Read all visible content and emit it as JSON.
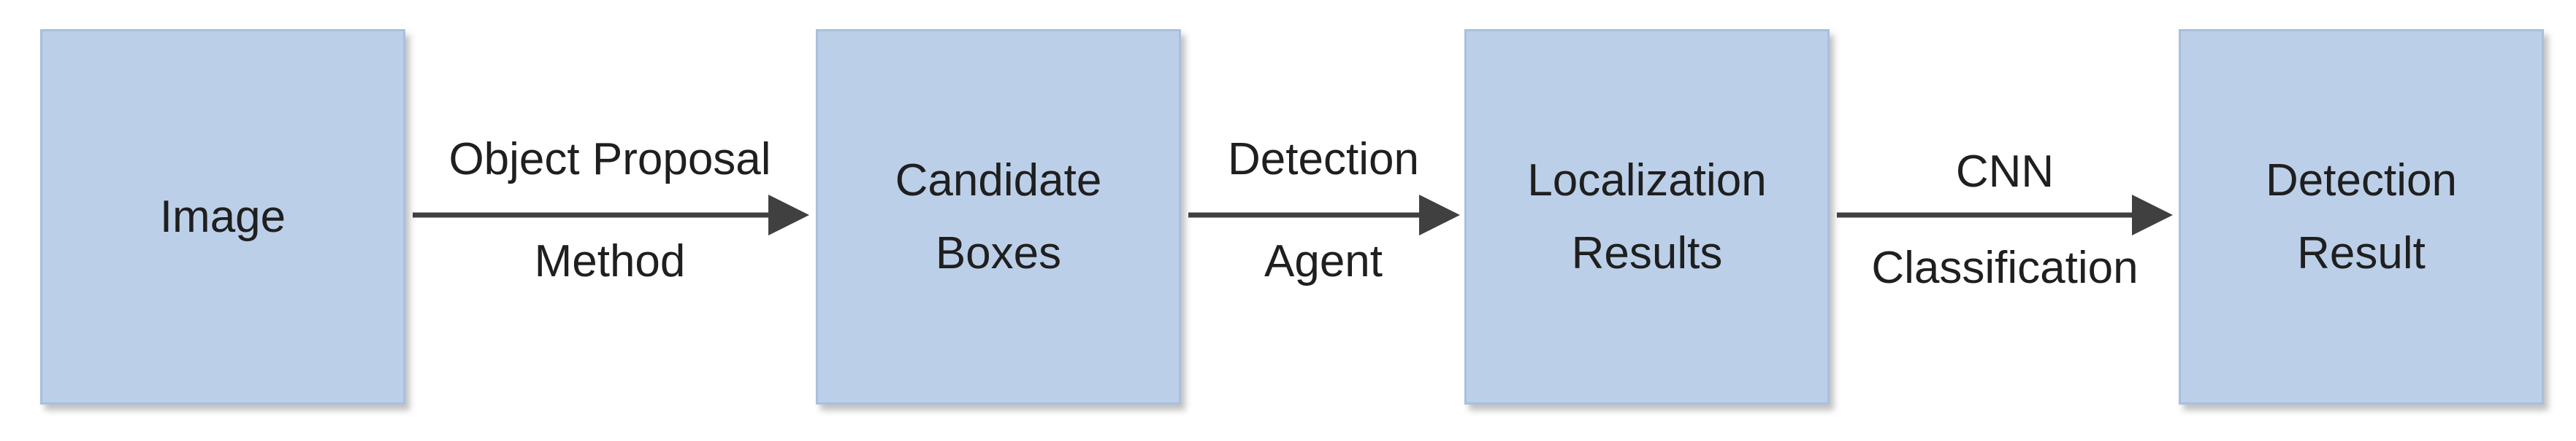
{
  "nodes": [
    {
      "id": "image",
      "label": "Image"
    },
    {
      "id": "candidate",
      "label": "Candidate\nBoxes"
    },
    {
      "id": "localization",
      "label": "Localization\nResults"
    },
    {
      "id": "detection",
      "label": "Detection\nResult"
    }
  ],
  "edges": [
    {
      "from": "image",
      "to": "candidate",
      "label_top": "Object Proposal",
      "label_bottom": "Method"
    },
    {
      "from": "candidate",
      "to": "localization",
      "label_top": "Detection",
      "label_bottom": "Agent"
    },
    {
      "from": "localization",
      "to": "detection",
      "label_top": "CNN",
      "label_bottom": "Classification"
    }
  ],
  "colors": {
    "box_fill": "#bccfe8",
    "box_border": "#a9bfdd",
    "arrow": "#404040",
    "text": "#1f1f1f"
  }
}
